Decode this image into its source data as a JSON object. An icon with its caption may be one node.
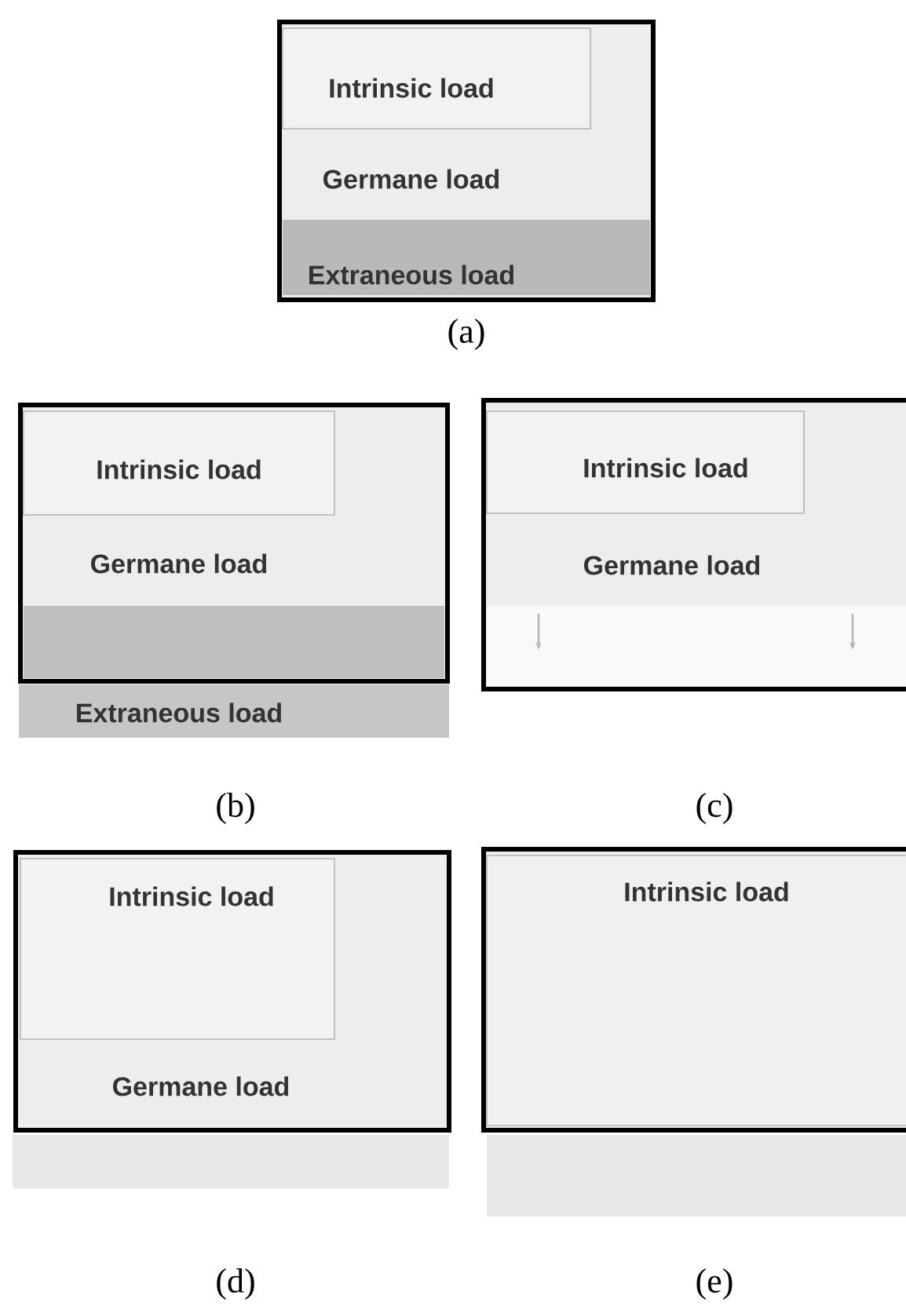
{
  "diagram": {
    "nodes": [
      {
        "text": [
          "Intrinsic load"
        ]
      },
      {
        "text": [
          "Germane load"
        ]
      },
      {
        "text": [
          "Extraneous load"
        ]
      },
      {
        "text": [
          "Intrinsic load"
        ]
      },
      {
        "text": [
          "Germane load"
        ]
      },
      {
        "text": [],
        "shape": "bar"
      },
      {
        "text": [
          "Extraneous load"
        ]
      },
      {
        "text": [
          "Intrinsic load"
        ]
      },
      {
        "text": [
          "Germane load"
        ]
      },
      {
        "text": [],
        "shape": "bar"
      },
      {
        "text": [
          "Intrinsic load"
        ]
      },
      {
        "text": [
          "Germane load"
        ]
      },
      {
        "text": [],
        "shape": "bar"
      },
      {
        "text": [
          "Intrinsic load"
        ]
      },
      {
        "text": [],
        "shape": "bar"
      }
    ],
    "labels": [
      "(a)",
      "(b)",
      "(c)",
      "(d)",
      "(e)"
    ]
  }
}
